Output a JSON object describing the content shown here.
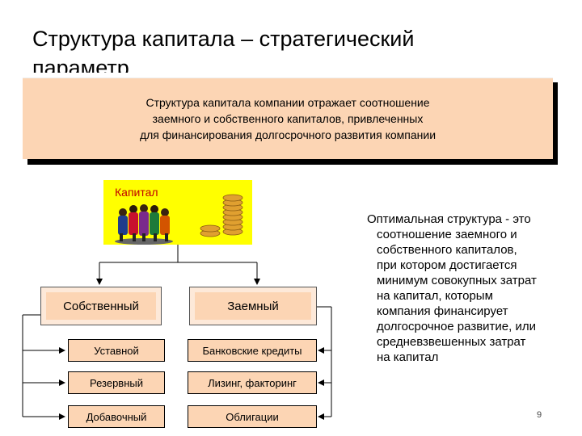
{
  "title": "Структура капитала – стратегический параметр",
  "banner": {
    "lines": [
      "Структура капитала компании отражает соотношение",
      "заемного и собственного капиталов, привлеченных",
      "для финансирования долгосрочного развития компании"
    ]
  },
  "capital": {
    "label": "Капитал"
  },
  "own": {
    "label": "Собственный",
    "items": [
      "Уставной",
      "Резервный",
      "Добавочный"
    ]
  },
  "borrowed": {
    "label": "Заемный",
    "items": [
      "Банковские кредиты",
      "Лизинг, факторинг",
      "Облигации"
    ]
  },
  "definition": {
    "lines": [
      "Оптимальная структура - это",
      "соотношение заемного и",
      "собственного капиталов,",
      "при котором достигается",
      "минимум совокупных затрат",
      "на капитал, которым",
      "компания финансирует",
      "долгосрочное развитие, или",
      "средневзвешенных затрат",
      "на капитал"
    ]
  },
  "page_number": "9"
}
